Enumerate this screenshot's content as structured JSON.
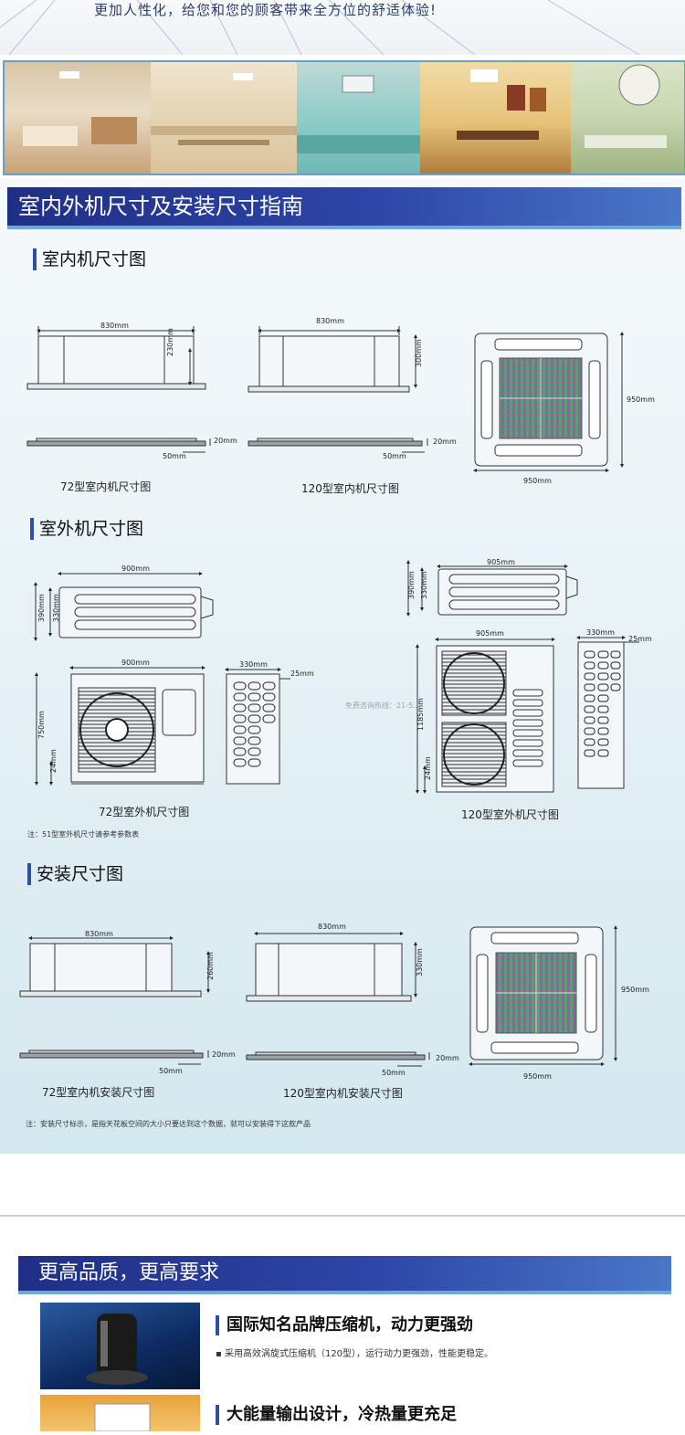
{
  "header": {
    "slogan": "更加人性化，给您和您的顾客带来全方位的舒适体验!"
  },
  "guide": {
    "banner_title": "室内外机尺寸及安装尺寸指南",
    "indoor": {
      "title": "室内机尺寸图",
      "unit72": {
        "width": "830mm",
        "height": "230mm",
        "thickness": "20mm",
        "edge": "50mm",
        "caption": "72型室内机尺寸图"
      },
      "unit120": {
        "width": "830mm",
        "height": "300mm",
        "thickness": "20mm",
        "edge": "50mm",
        "caption": "120型室内机尺寸图"
      },
      "panel": {
        "width": "950mm",
        "height": "950mm"
      }
    },
    "outdoor": {
      "title": "室外机尺寸图",
      "unit72": {
        "top_width": "900mm",
        "depth_outer": "390mm",
        "depth_inner": "330mm",
        "front_width": "900mm",
        "height": "750mm",
        "foot": "24mm",
        "side_width": "330mm",
        "side_lip": "25mm",
        "caption": "72型室外机尺寸图"
      },
      "unit120": {
        "top_width": "905mm",
        "depth_outer": "390mm",
        "depth_inner": "330mm",
        "front_width": "905mm",
        "height": "1185mm",
        "foot": "24mm",
        "side_width": "330mm",
        "side_lip": "25mm",
        "caption": "120型室外机尺寸图"
      },
      "watermark": "免费咨询热线：21-5...",
      "note": "注：51型室外机尺寸请参考参数表"
    },
    "install": {
      "title": "安装尺寸图",
      "unit72": {
        "width": "830mm",
        "height": "260mm",
        "thickness": "20mm",
        "edge": "50mm",
        "caption": "72型室内机安装尺寸图"
      },
      "unit120": {
        "width": "830mm",
        "height": "330mm",
        "thickness": "20mm",
        "edge": "50mm",
        "caption": "120型室内机安装尺寸图"
      },
      "panel": {
        "width": "950mm",
        "height": "950mm"
      },
      "note": "注：安装尺寸标示，是指天花板空间的大小只要达到这个数据，就可以安装得下这款产品"
    }
  },
  "quality": {
    "banner_title": "更高品质，更高要求",
    "features": [
      {
        "title": "国际知名品牌压缩机，动力更强劲",
        "desc": "▪ 采用高效涡旋式压缩机（120型），运行动力更强劲，性能更稳定。"
      },
      {
        "title": "大能量输出设计，冷热量更充足",
        "desc": ""
      }
    ]
  },
  "colors": {
    "banner": "#2a3f9a",
    "accent": "#2d4fa8",
    "panel_bg": "#e6f1f6"
  }
}
